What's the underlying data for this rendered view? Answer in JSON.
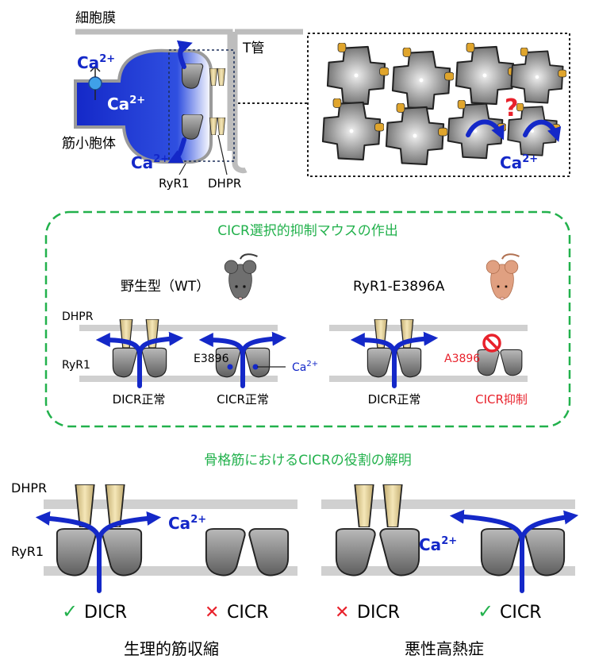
{
  "top": {
    "cell_membrane": "細胞膜",
    "t_tubule": "T管",
    "sr": "筋小胞体",
    "ca_label": "Ca",
    "ca_sup": "2+",
    "ryr1": "RyR1",
    "dhpr": "DHPR"
  },
  "mouse_panel": {
    "title": "CICR選択的抑制マウスの作出",
    "wt_title": "野生型（WT）",
    "mut_title": "RyR1-E3896A",
    "dhpr": "DHPR",
    "ryr1": "RyR1",
    "e3896": "E3896",
    "a3896": "A3896",
    "ca": "Ca",
    "ca_sup": "2+",
    "wt_dicr": "DICR正常",
    "wt_cicr": "CICR正常",
    "mut_dicr": "DICR正常",
    "mut_cicr": "CICR抑制"
  },
  "role": {
    "title": "骨格筋におけるCICRの役割の解明",
    "dhpr": "DHPR",
    "ryr1": "RyR1",
    "ca": "Ca",
    "ca_sup": "2+",
    "check": "✓",
    "cross": "✕",
    "left_dicr": "DICR",
    "left_cicr": "CICR",
    "right_dicr": "DICR",
    "right_cicr": "CICR",
    "left_caption": "生理的筋収縮",
    "right_caption": "悪性高熱症"
  },
  "colors": {
    "ca_blue": "#1428c8",
    "green": "#22b14c",
    "red": "#e8212b",
    "dhpr_tan": "#e8d39a",
    "mouse_wt": "#6f6f6f",
    "mouse_mut": "#e0a081"
  }
}
